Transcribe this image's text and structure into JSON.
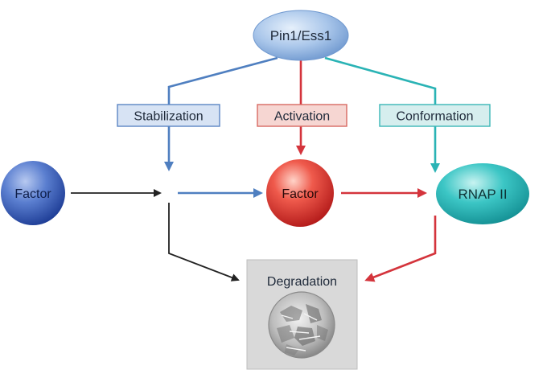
{
  "nodes": {
    "pin1": "Pin1/Ess1",
    "factor_left": "Factor",
    "factor_center": "Factor",
    "rnap": "RNAP II",
    "degradation": "Degradation"
  },
  "labels": {
    "stabilization": "Stabilization",
    "activation": "Activation",
    "conformation": "Conformation"
  },
  "colors": {
    "blue_path": "#4f7fc0",
    "red_path": "#d4343c",
    "teal_path": "#2ab3b5",
    "black_path": "#222222",
    "stabilization_box_fill": "#d7e3f4",
    "activation_box_fill": "#f6d6d2",
    "conformation_box_fill": "#d6eeee",
    "degradation_box_fill": "#d9d9d9"
  }
}
